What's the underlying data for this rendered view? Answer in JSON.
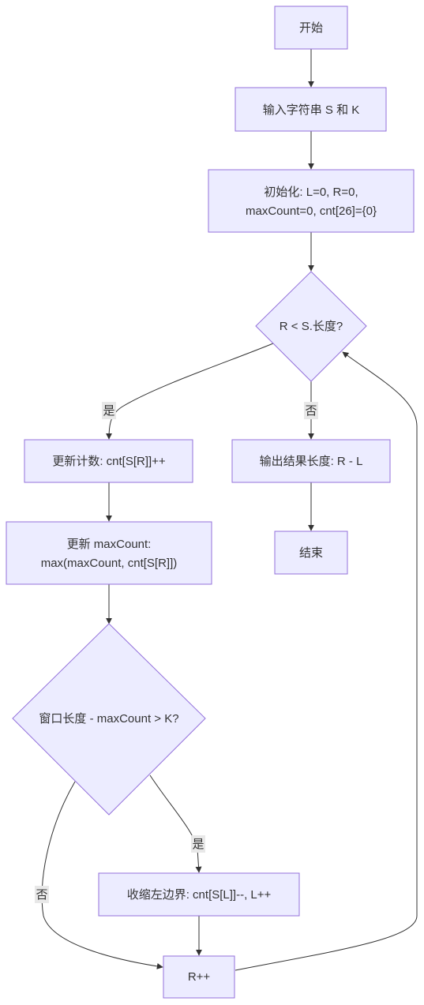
{
  "nodes": {
    "start": "开始",
    "input": "输入字符串 S 和 K",
    "init_line1": "初始化: L=0, R=0,",
    "init_line2": "maxCount=0, cnt[26]={0}",
    "cond_r": "R < S.长度?",
    "update_cnt": "更新计数: cnt[S[R]]++",
    "update_max_line1": "更新 maxCount:",
    "update_max_line2": "max(maxCount, cnt[S[R]])",
    "cond_window": "窗口长度 - maxCount > K?",
    "shrink": "收缩左边界: cnt[S[L]]--, L++",
    "r_inc": "R++",
    "output": "输出结果长度: R - L",
    "end": "结束"
  },
  "edge_labels": {
    "cond_r_yes": "是",
    "cond_r_no": "否",
    "cond_window_yes": "是",
    "cond_window_no": "否"
  }
}
